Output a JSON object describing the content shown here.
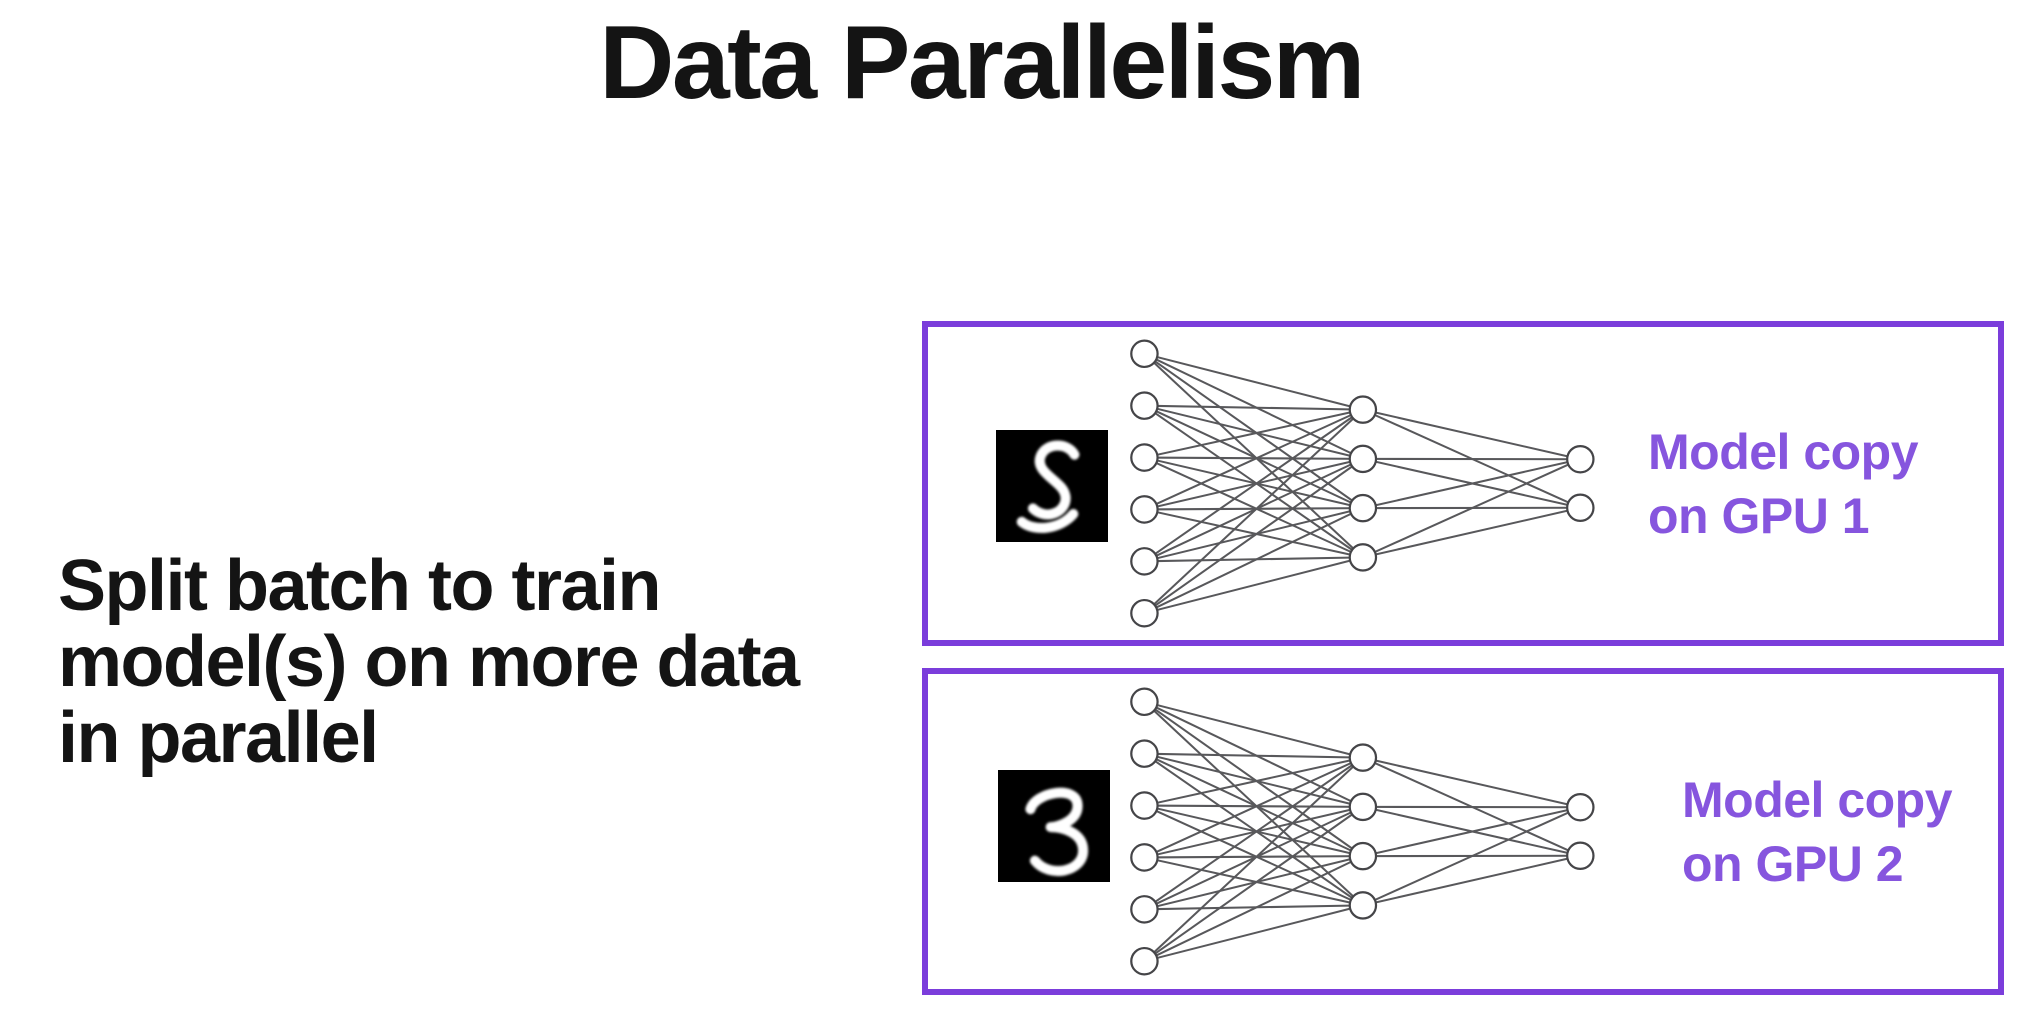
{
  "slide": {
    "title": "Data Parallelism",
    "body_lines": [
      "Split batch to train",
      "model(s) on more data",
      "in parallel"
    ]
  },
  "colors": {
    "background": "#FFFFFF",
    "text_black": "#141414",
    "box_border_purple": "#7B3DDB",
    "label_text_purple": "#8655DE",
    "edge_stroke_gray": "#58585B",
    "node_stroke_gray": "#454548",
    "node_fill": "#FFFFFF",
    "digit_background": "#000000",
    "digit_stroke": "#FFFFFF"
  },
  "network": {
    "layers": [
      6,
      4,
      2
    ]
  },
  "gpu_boxes": [
    {
      "digit": "5",
      "label_line1": "Model copy",
      "label_line2": "on GPU 1"
    },
    {
      "digit": "3",
      "label_line1": "Model copy",
      "label_line2": "on GPU 2"
    }
  ]
}
